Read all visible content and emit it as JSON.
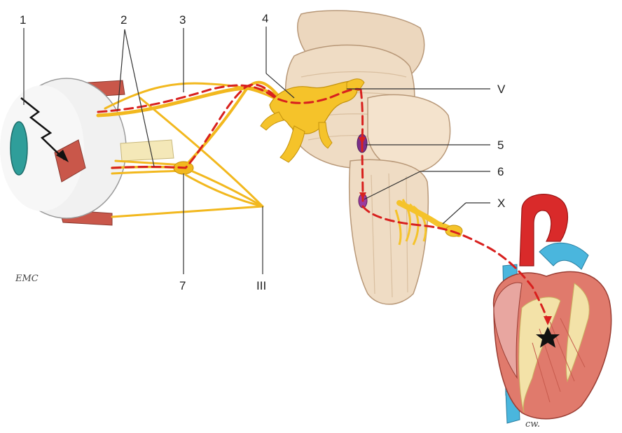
{
  "labels": {
    "l1": "1",
    "l2": "2",
    "l3": "3",
    "l4": "4",
    "l5": "5",
    "l6": "6",
    "l7": "7",
    "lV": "V",
    "lX": "X",
    "lIII": "III"
  },
  "signatures": {
    "left": "EMC",
    "right": "cw."
  },
  "colors": {
    "nerve": "#f2b81e",
    "reflex_path": "#d8201e",
    "muscle": "#c9574a",
    "brainstem": "#efdcc4",
    "heart_muscle": "#e07a6c",
    "aorta": "#d92a2a",
    "vein": "#4ab6dd"
  }
}
